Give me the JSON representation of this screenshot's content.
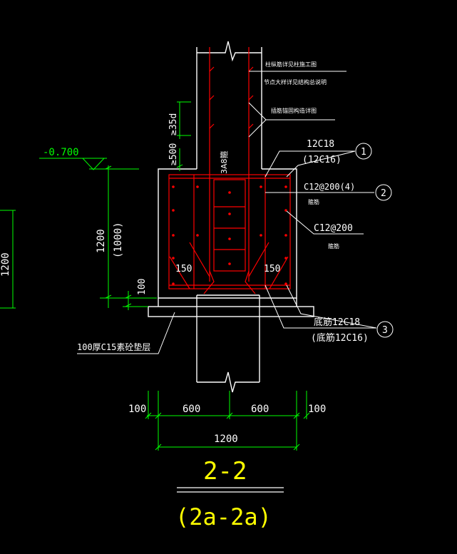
{
  "colors": {
    "background": "#000000",
    "outline": "#ffffff",
    "rebar": "#ff0000",
    "rebar_inner": "#ff5050",
    "dimension": "#00ff00",
    "label": "#ffffff",
    "title": "#ffff00",
    "hidden_dims": "#00ff00"
  },
  "labels": {
    "elevation": "-0.700",
    "dim_35d": "≥35d",
    "dim_500": "≥500",
    "stirrup_3a8": "3A8箍",
    "dim_1200_v": "1200",
    "dim_1000_v": "(1000)",
    "dim_100_v": "100",
    "left_partial": "1200",
    "note_top1": "柱纵筋详见柱施工图",
    "note_top2": "节点大样详见结构总说明",
    "note_top3": "插筋锚固构造详图",
    "callout1_a": "12C18",
    "callout1_b": "(12C16)",
    "callout1_num": "1",
    "callout2_a": "C12@200(4)",
    "callout2_b": "箍筋",
    "callout2_num": "2",
    "callout_mid_a": "C12@200",
    "callout_mid_b": "箍筋",
    "dim_150_l": "150",
    "dim_150_r": "150",
    "callout3_a": "底筋12C18",
    "callout3_b": "(底筋12C16)",
    "callout3_num": "3",
    "cushion_note": "100厚C15素砼垫层",
    "dim_bottom_100l": "100",
    "dim_bottom_600l": "600",
    "dim_bottom_600r": "600",
    "dim_bottom_100r": "100",
    "dim_bottom_1200": "1200",
    "title": "2-2",
    "subtitle": "(2a-2a)"
  }
}
